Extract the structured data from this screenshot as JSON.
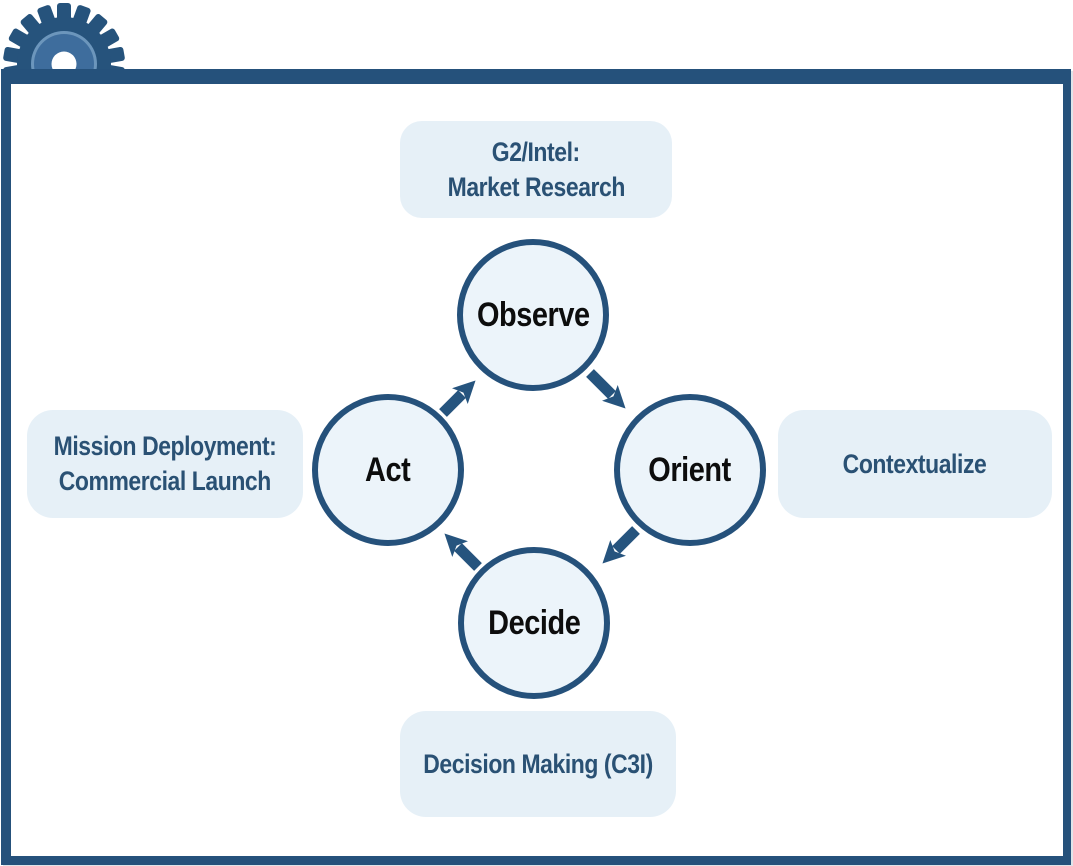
{
  "diagram": {
    "type": "cycle",
    "cycle_order": [
      "Observe",
      "Orient",
      "Decide",
      "Act"
    ],
    "nodes": {
      "observe": {
        "label": "Observe"
      },
      "orient": {
        "label": "Orient"
      },
      "decide": {
        "label": "Decide"
      },
      "act": {
        "label": "Act"
      }
    },
    "callouts": {
      "top": {
        "line1": "G2/Intel:",
        "line2": "Market Research",
        "for": "Observe"
      },
      "right": {
        "line1": "Contextualize",
        "for": "Orient"
      },
      "bottom": {
        "line1": "Decision Making (C3I)",
        "for": "Decide"
      },
      "left": {
        "line1": "Mission Deployment:",
        "line2": "Commercial Launch",
        "for": "Act"
      }
    },
    "colors": {
      "navy": "#25517B",
      "arrow": "#26547E",
      "circle_fill": "#ECF4FA",
      "callout_fill": "#E6F0F7",
      "callout_text": "#2A5174",
      "node_text": "#0D0D0D",
      "gear_body": "#26537C",
      "gear_ring": "#3E6D9D"
    }
  }
}
